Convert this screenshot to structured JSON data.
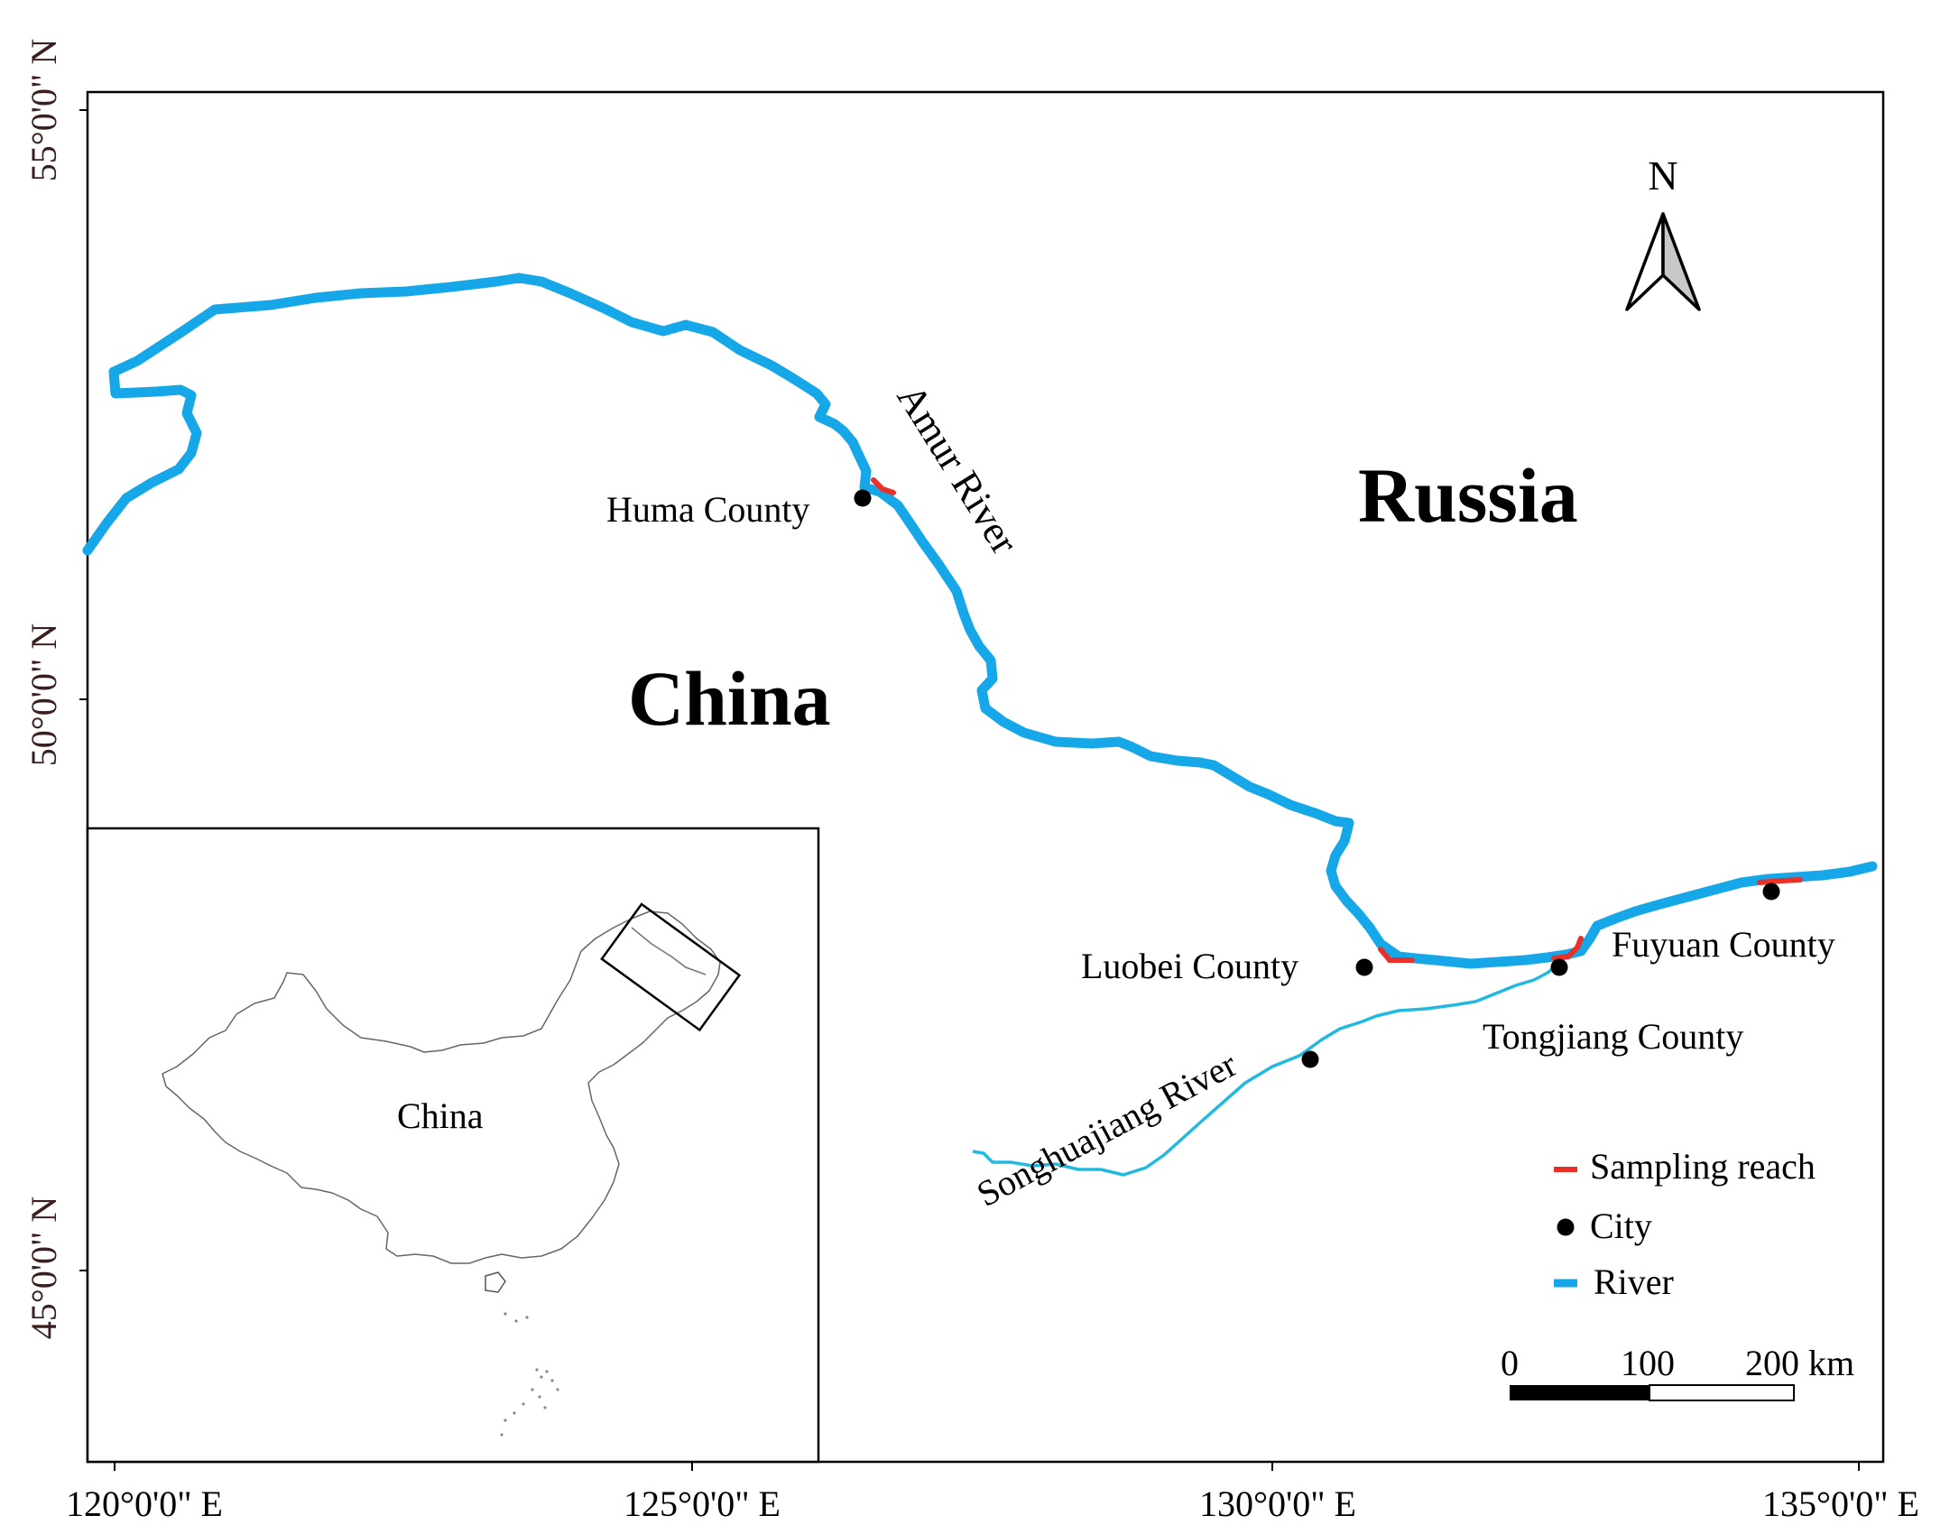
{
  "map": {
    "axes": {
      "left_ticks": [
        "55°0'0\" N",
        "50°0'0\" N",
        "45°0'0\" N"
      ],
      "bottom_ticks": [
        "120°0'0\" E",
        "125°0'0\" E",
        "130°0'0\" E",
        "135°0'0\" E"
      ]
    },
    "labels": {
      "russia": "Russia",
      "china": "China",
      "amur_river": "Amur River",
      "songhuajiang_river": "Songhuajiang River"
    },
    "cities": [
      {
        "name": "Huma County"
      },
      {
        "name": "Luobei County"
      },
      {
        "name": "Tongjiang County"
      },
      {
        "name": "Fuyuan County"
      }
    ],
    "north_arrow": {
      "label": "N"
    },
    "legend": {
      "items": [
        {
          "label": "Sampling reach",
          "color": "#e8312a"
        },
        {
          "label": "City",
          "color": "#000000"
        },
        {
          "label": "River",
          "color": "#16a7e8"
        }
      ]
    },
    "scale_bar": {
      "ticks": [
        "0",
        "100",
        "200 km"
      ]
    },
    "inset": {
      "label": "China"
    },
    "colors": {
      "river": "#16a7e8",
      "tributary": "#22b8e0",
      "sampling": "#e8312a",
      "frame": "#000000"
    }
  }
}
